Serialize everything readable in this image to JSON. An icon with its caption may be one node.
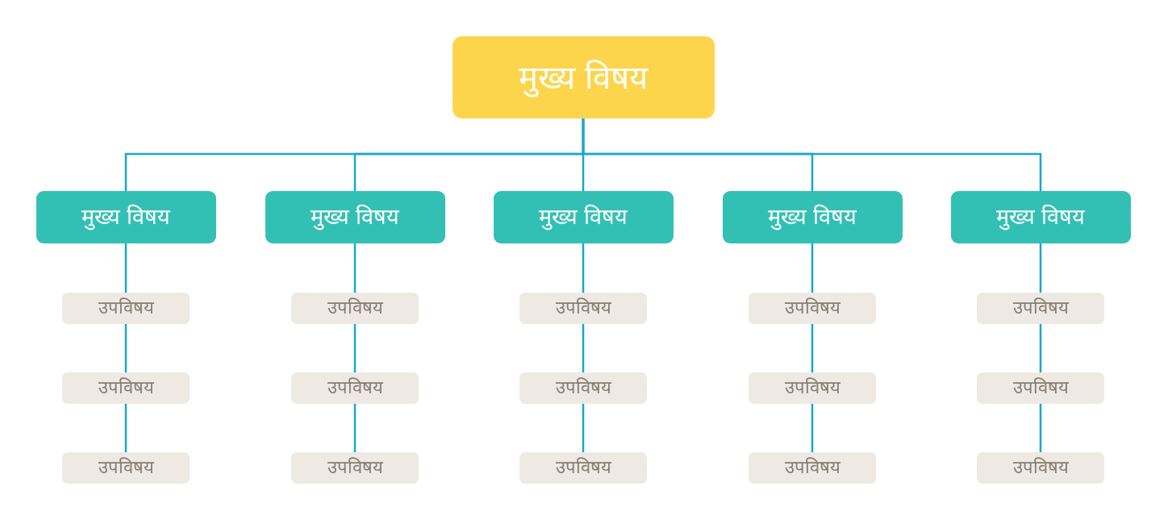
{
  "diagram": {
    "nodes": [
      {
        "text": [
          "मुख्य विषय"
        ]
      },
      {
        "text": [
          "मुख्य विषय"
        ]
      },
      {
        "text": [
          "मुख्य विषय"
        ]
      },
      {
        "text": [
          "मुख्य विषय"
        ]
      },
      {
        "text": [
          "मुख्य विषय"
        ]
      },
      {
        "text": [
          "मुख्य विषय"
        ]
      },
      {
        "text": [
          "उपविषय"
        ]
      },
      {
        "text": [
          "उपविषय"
        ]
      },
      {
        "text": [
          "उपविषय"
        ]
      },
      {
        "text": [
          "उपविषय"
        ]
      },
      {
        "text": [
          "उपविषय"
        ]
      },
      {
        "text": [
          "उपविषय"
        ]
      },
      {
        "text": [
          "उपविषय"
        ]
      },
      {
        "text": [
          "उपविषय"
        ]
      },
      {
        "text": [
          "उपविषय"
        ]
      },
      {
        "text": [
          "उपविषय"
        ]
      },
      {
        "text": [
          "उपविषय"
        ]
      },
      {
        "text": [
          "उपविषय"
        ]
      },
      {
        "text": [
          "उपविषय"
        ]
      },
      {
        "text": [
          "उपविषय"
        ]
      },
      {
        "text": [
          "उपविषय"
        ]
      }
    ],
    "edges": [
      {
        "from": 0,
        "to": 1,
        "arrow": "none"
      },
      {
        "from": 0,
        "to": 2,
        "arrow": "none"
      },
      {
        "from": 0,
        "to": 3,
        "arrow": "none"
      },
      {
        "from": 0,
        "to": 4,
        "arrow": "none"
      },
      {
        "from": 0,
        "to": 5,
        "arrow": "none"
      },
      {
        "from": 1,
        "to": 6,
        "arrow": "none"
      },
      {
        "from": 2,
        "to": 7,
        "arrow": "none"
      },
      {
        "from": 3,
        "to": 8,
        "arrow": "none"
      },
      {
        "from": 4,
        "to": 9,
        "arrow": "none"
      },
      {
        "from": 5,
        "to": 10,
        "arrow": "none"
      },
      {
        "from": 6,
        "to": 11,
        "arrow": "none"
      },
      {
        "from": 7,
        "to": 12,
        "arrow": "none"
      },
      {
        "from": 8,
        "to": 13,
        "arrow": "none"
      },
      {
        "from": 9,
        "to": 14,
        "arrow": "none"
      },
      {
        "from": 10,
        "to": 15,
        "arrow": "none"
      },
      {
        "from": 11,
        "to": 16,
        "arrow": "none"
      },
      {
        "from": 12,
        "to": 17,
        "arrow": "none"
      },
      {
        "from": 13,
        "to": 18,
        "arrow": "none"
      },
      {
        "from": 14,
        "to": 19,
        "arrow": "none"
      },
      {
        "from": 15,
        "to": 20,
        "arrow": "none"
      }
    ]
  }
}
